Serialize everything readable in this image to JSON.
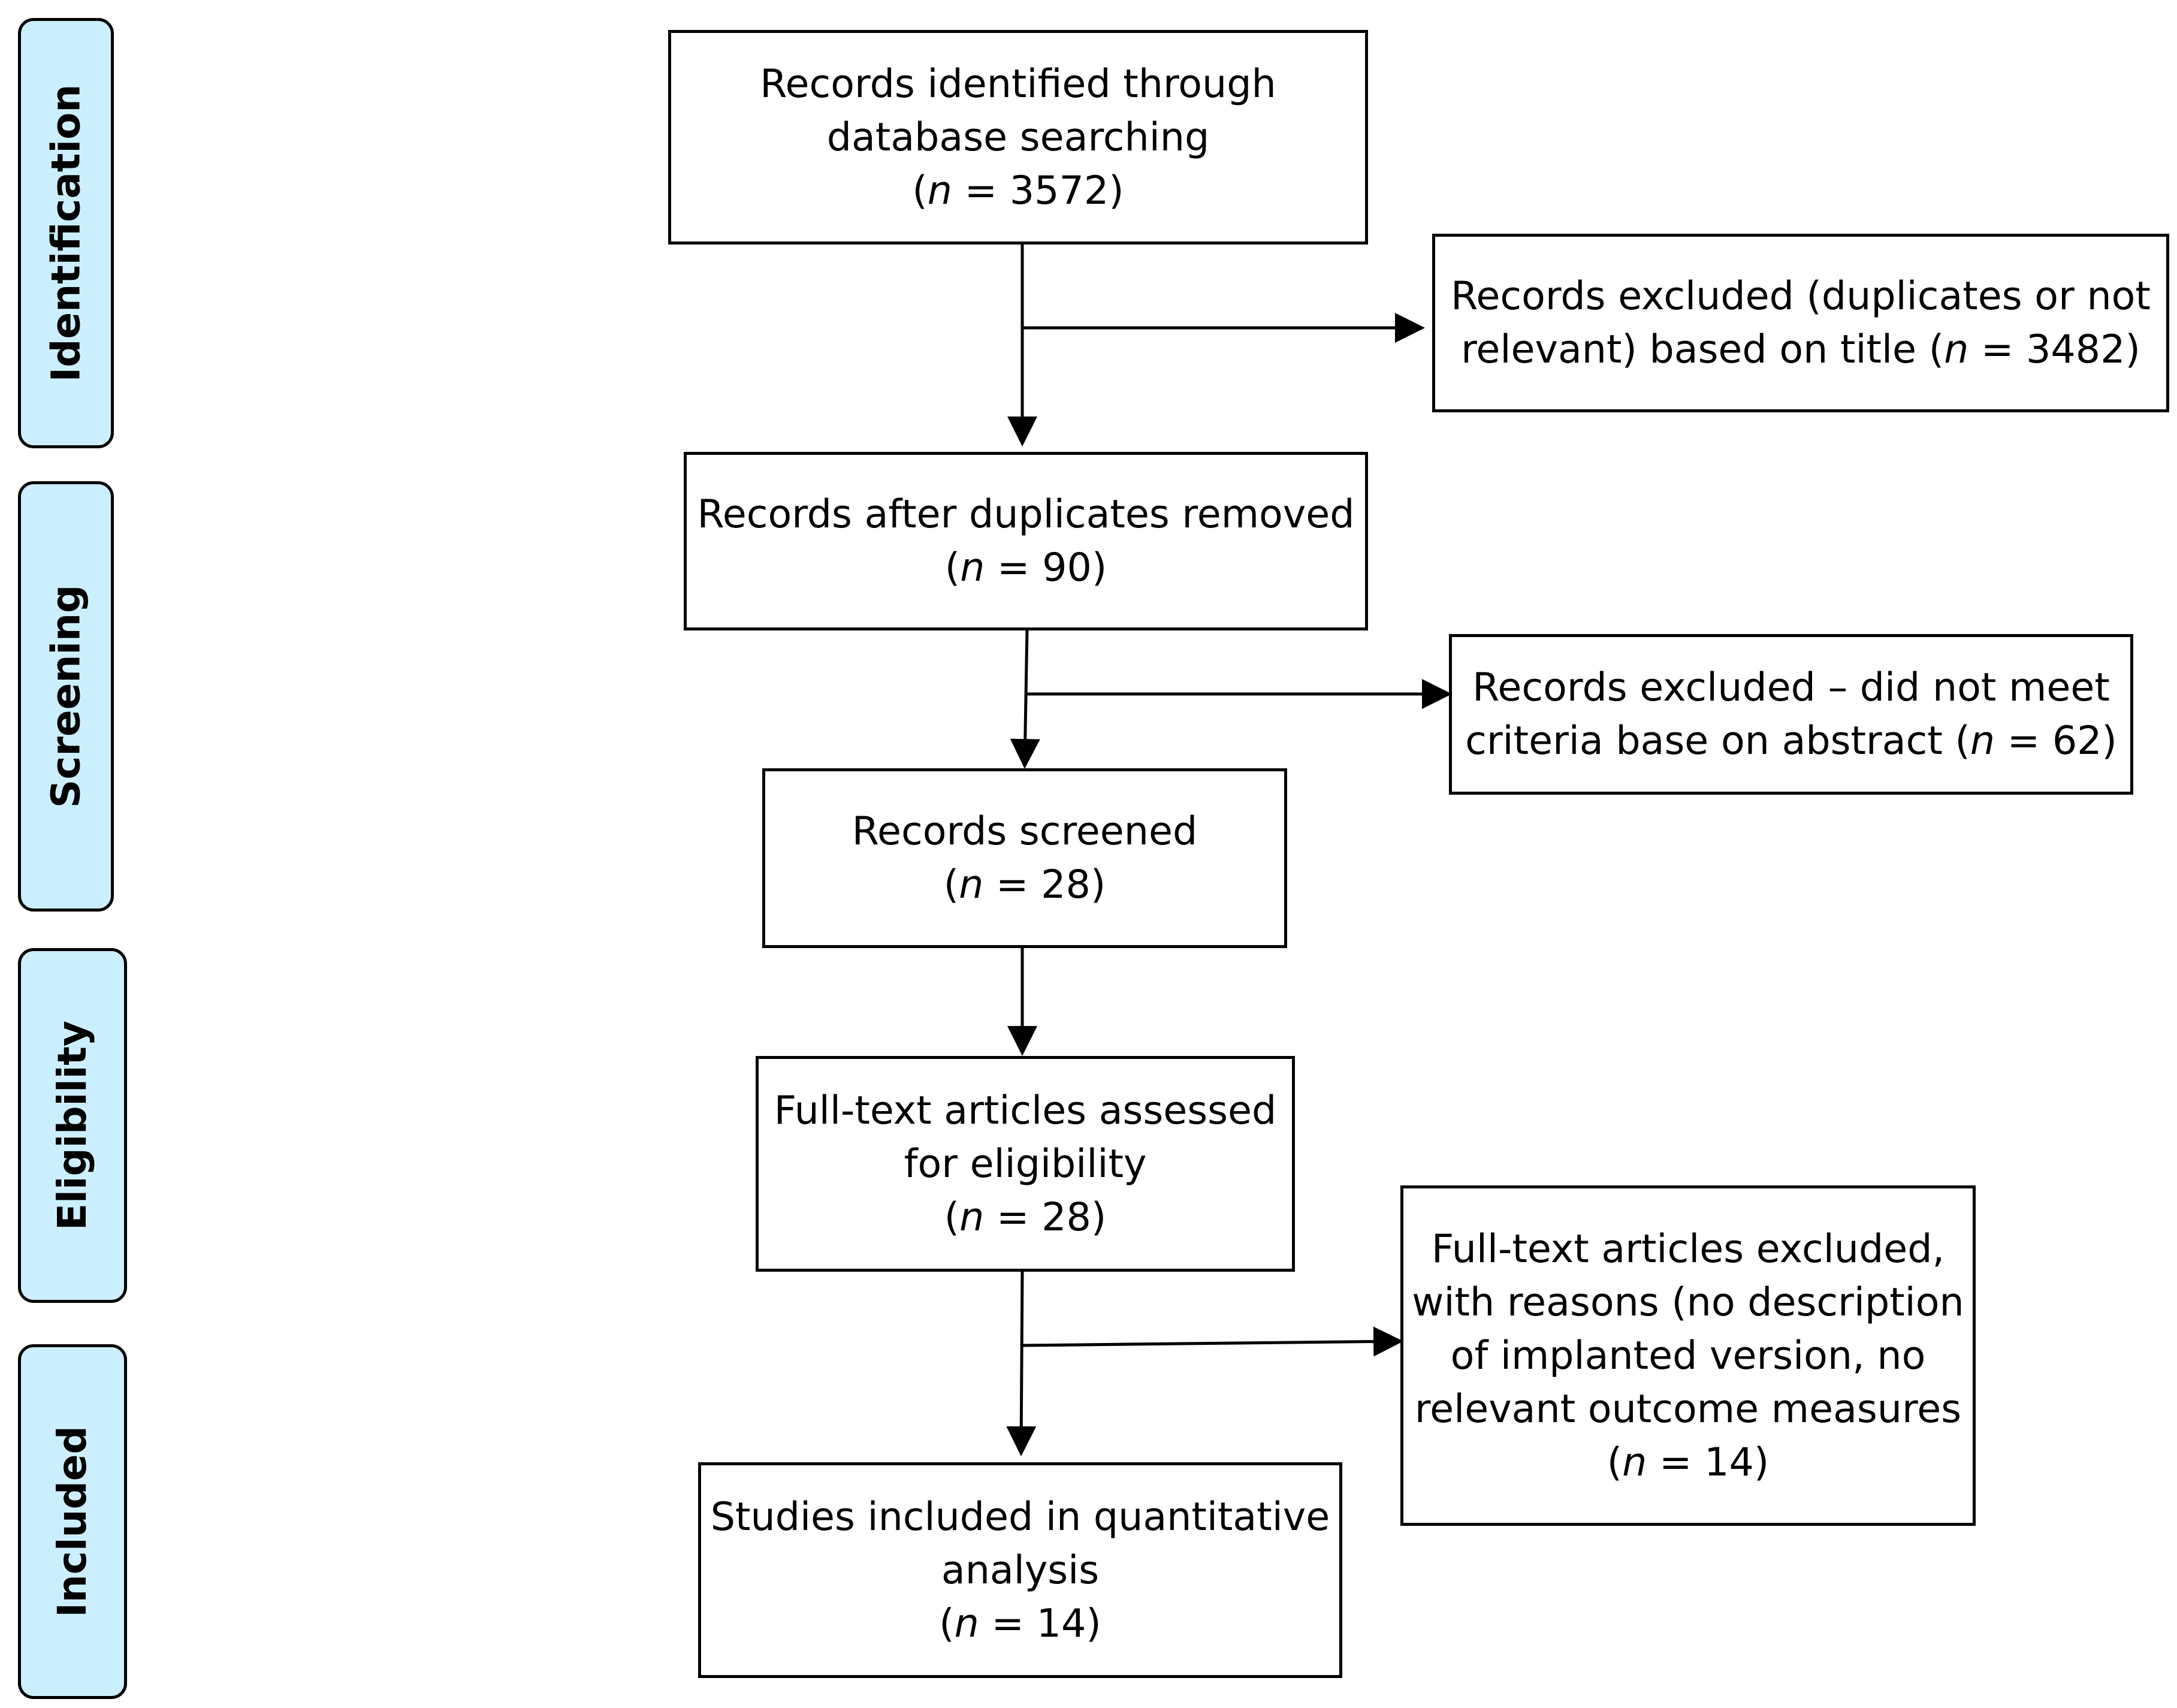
{
  "colors": {
    "stage_fill": "#ccefff",
    "border": "#000000",
    "box_fill": "#ffffff",
    "text": "#000000"
  },
  "stages": [
    {
      "label": "Identification"
    },
    {
      "label": "Screening"
    },
    {
      "label": "Eligibility"
    },
    {
      "label": "Included"
    }
  ],
  "boxes": {
    "identified": {
      "lines": [
        "Records identified through",
        "database searching"
      ],
      "n_symbol": "n",
      "n_value": "3572"
    },
    "excluded_title": {
      "lines": [
        "Records excluded (duplicates or not"
      ],
      "last_line_prefix": "relevant) based on title (",
      "n_symbol": "n",
      "n_value": "3482"
    },
    "after_duplicates": {
      "lines": [
        "Records after duplicates removed"
      ],
      "n_symbol": "n",
      "n_value": "90"
    },
    "excluded_abstract": {
      "lines": [
        "Records excluded – did not meet"
      ],
      "last_line_prefix": "criteria base on abstract (",
      "n_symbol": "n",
      "n_value": "62"
    },
    "screened": {
      "lines": [
        "Records screened"
      ],
      "n_symbol": "n",
      "n_value": "28"
    },
    "fulltext_assessed": {
      "lines": [
        "Full-text articles assessed",
        "for eligibility"
      ],
      "n_symbol": "n",
      "n_value": "28"
    },
    "fulltext_excluded": {
      "lines": [
        "Full-text articles excluded,",
        "with reasons (no description",
        "of implanted version, no",
        "relevant outcome measures"
      ],
      "n_symbol": "n",
      "n_value": "14"
    },
    "included": {
      "lines": [
        "Studies included in quantitative",
        "analysis"
      ],
      "n_symbol": "n",
      "n_value": "14"
    }
  }
}
